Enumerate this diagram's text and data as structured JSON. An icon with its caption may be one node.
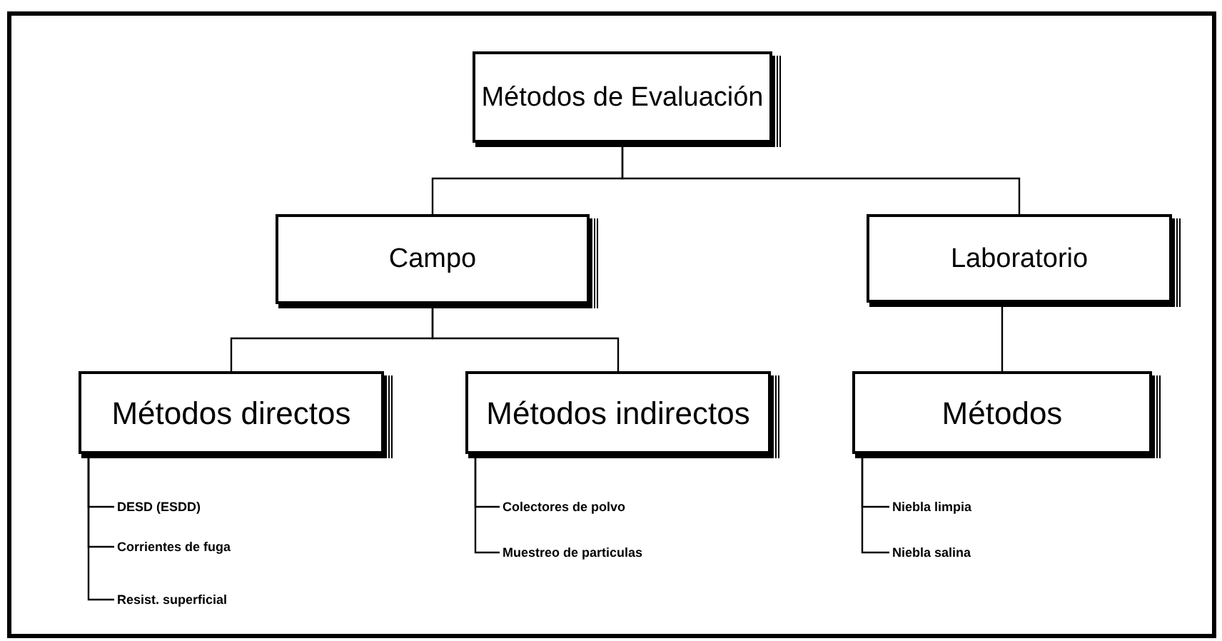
{
  "diagram": {
    "nodes": [
      {
        "text": [
          "Métodos de Evaluación"
        ]
      },
      {
        "text": [
          "Campo"
        ]
      },
      {
        "text": [
          "Laboratorio"
        ]
      },
      {
        "text": [
          "Métodos directos"
        ]
      },
      {
        "text": [
          "Métodos indirectos"
        ]
      },
      {
        "text": [
          "Métodos"
        ]
      },
      {
        "text": [
          "DESD (ESDD)"
        ]
      },
      {
        "text": [
          "Corrientes de fuga"
        ]
      },
      {
        "text": [
          "Resist. superficial"
        ]
      },
      {
        "text": [
          "Colectores de polvo"
        ]
      },
      {
        "text": [
          "Muestreo de particulas"
        ]
      },
      {
        "text": [
          "Niebla limpia"
        ]
      },
      {
        "text": [
          "Niebla salina"
        ]
      }
    ],
    "edges": [
      {
        "from": 0,
        "to": 1,
        "arrow": "none"
      },
      {
        "from": 0,
        "to": 2,
        "arrow": "none"
      },
      {
        "from": 1,
        "to": 3,
        "arrow": "none"
      },
      {
        "from": 1,
        "to": 4,
        "arrow": "none"
      },
      {
        "from": 2,
        "to": 5,
        "arrow": "none"
      },
      {
        "from": 3,
        "to": 6,
        "arrow": "none"
      },
      {
        "from": 3,
        "to": 7,
        "arrow": "none"
      },
      {
        "from": 3,
        "to": 8,
        "arrow": "none"
      },
      {
        "from": 4,
        "to": 9,
        "arrow": "none"
      },
      {
        "from": 4,
        "to": 10,
        "arrow": "none"
      },
      {
        "from": 5,
        "to": 11,
        "arrow": "none"
      },
      {
        "from": 5,
        "to": 12,
        "arrow": "none"
      }
    ]
  }
}
